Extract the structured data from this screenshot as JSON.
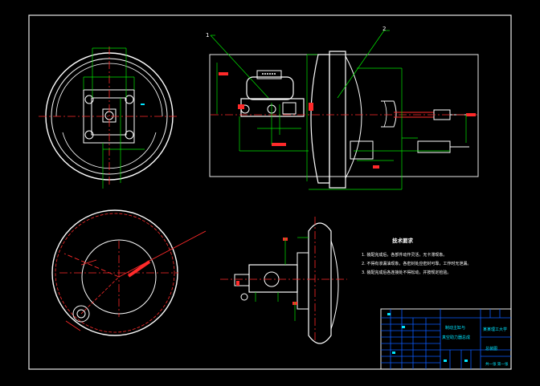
{
  "drawing": {
    "background": "#000000",
    "line_colors": {
      "frame": "#e8e8e8",
      "part": "#ffffff",
      "centerline": "#ff2a2a",
      "dimension": "#00e600",
      "title_block": "#0a5cff",
      "accent": "#00e5ff",
      "highlight": "#ff2a2a"
    },
    "leaders": {
      "left": "1",
      "right": "2"
    },
    "notes": {
      "title": "技术要求",
      "items": [
        "1. 装配完成后，各部件动作灵活，无卡滞现象。",
        "2. 不得有渗漏油现象，各密封处应密封可靠，工作时无泄漏。",
        "3. 装配完成后各连接处不得松动，并按规定检验。"
      ]
    },
    "title_block": {
      "drawing_name_line1": "制动主缸与",
      "drawing_name_line2": "真空助力器总成",
      "school": "某某理工大学",
      "drawing_no": "总装图",
      "sheet_info": "共一张 第一张"
    }
  }
}
